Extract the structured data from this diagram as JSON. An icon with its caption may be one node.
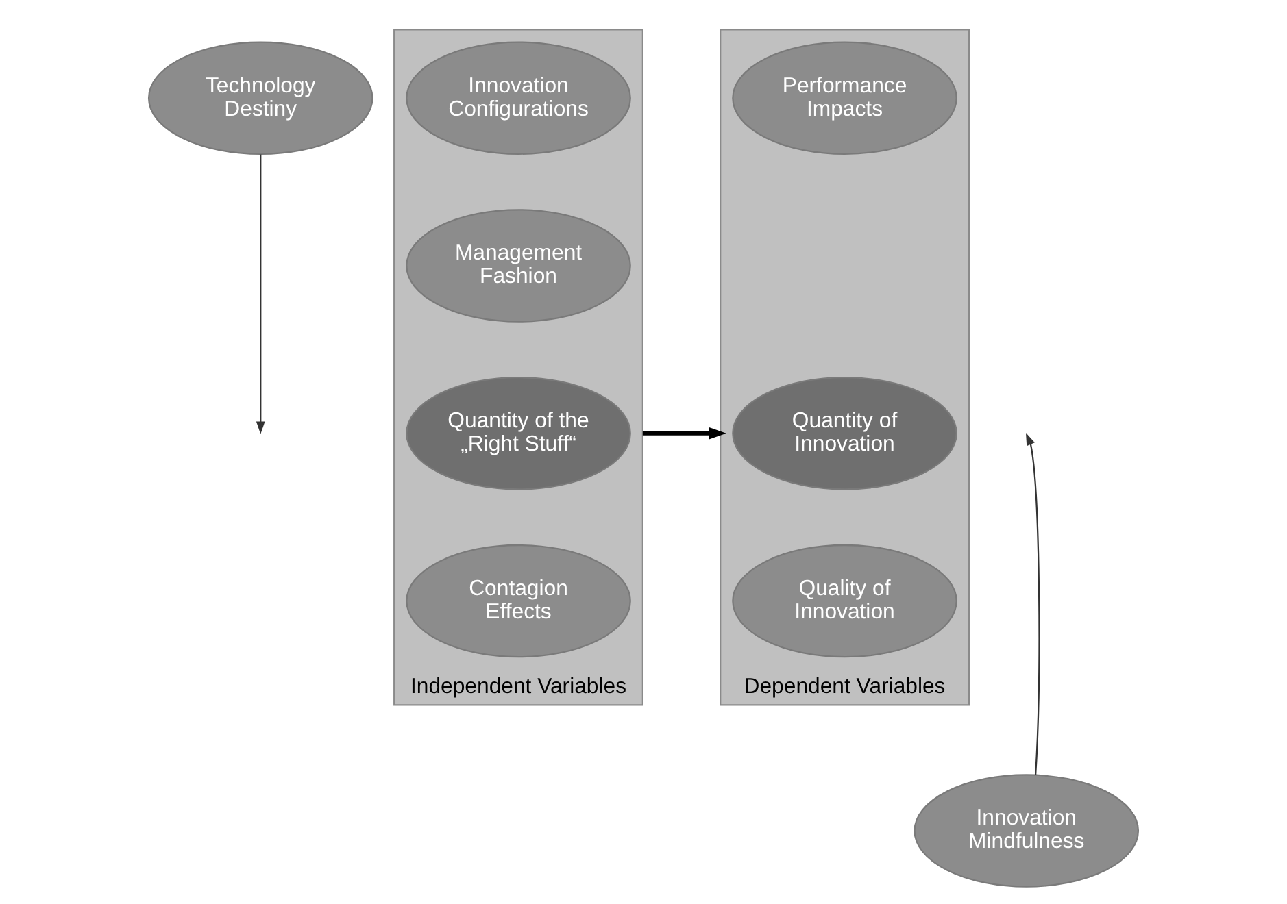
{
  "diagram": {
    "nodes": [
      {
        "text": [
          "Technology Destiny"
        ]
      },
      {
        "text": [
          "Independent Variables"
        ]
      },
      {
        "text": [
          "Quantity of the „Right Stuff“"
        ],
        "in": 1
      },
      {
        "text": [
          "Innovation Configurations"
        ],
        "in": 1
      },
      {
        "text": [
          "Contagion Effects"
        ],
        "in": 1
      },
      {
        "text": [
          "Management Fashion"
        ],
        "in": 1
      },
      {
        "text": [
          "Dependent Variables"
        ]
      },
      {
        "text": [
          "Quantity of Innovation"
        ],
        "in": 6
      },
      {
        "text": [
          "Performance Impacts"
        ],
        "in": 6
      },
      {
        "text": [
          "Quality of Innovation"
        ],
        "in": 6
      },
      {
        "text": [
          "Innovation Mindfulness"
        ]
      }
    ],
    "edges": [
      {
        "from": 1,
        "to": 6,
        "arrow": "to",
        "style": "thick"
      },
      {
        "from": 0,
        "to": null,
        "arrow": "to"
      },
      {
        "from": 10,
        "to": null,
        "arrow": "to"
      }
    ]
  }
}
